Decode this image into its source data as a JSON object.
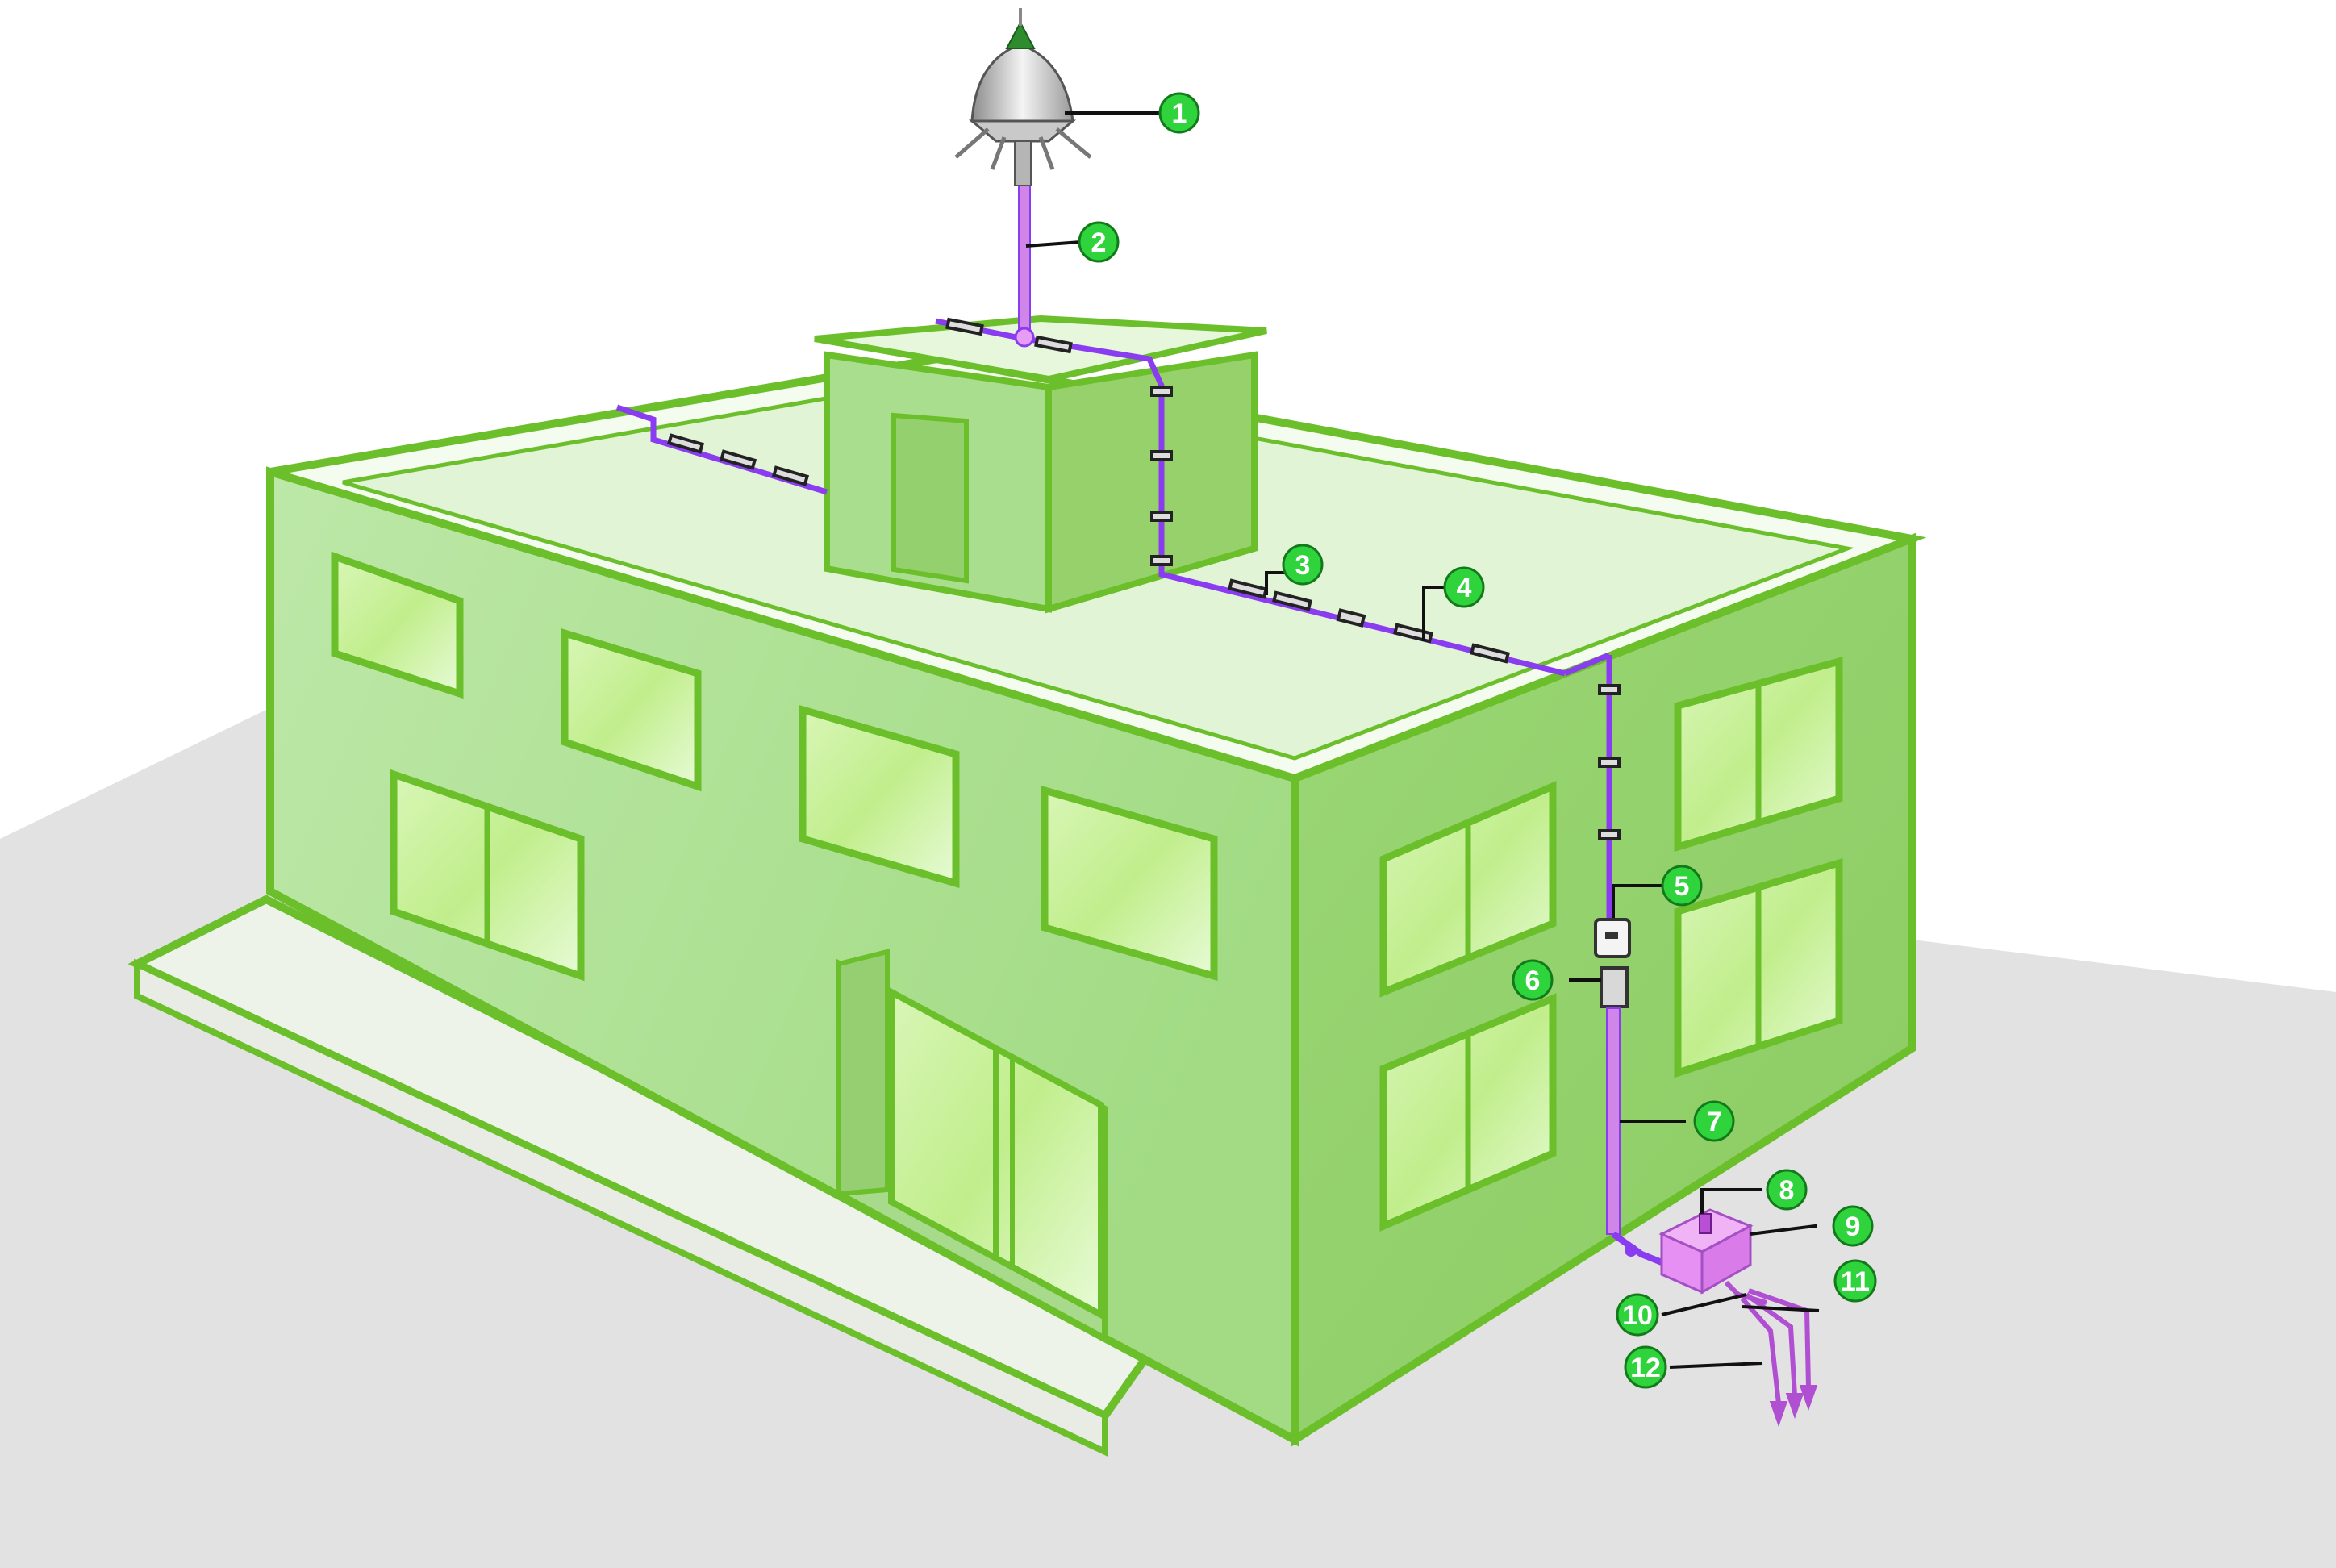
{
  "diagram": {
    "callouts": [
      {
        "label": "1",
        "target": "lightning-air-terminal"
      },
      {
        "label": "2",
        "target": "mounting-mast"
      },
      {
        "label": "3",
        "target": "conductor-clip"
      },
      {
        "label": "4",
        "target": "roof-down-conductor"
      },
      {
        "label": "5",
        "target": "lightning-event-counter"
      },
      {
        "label": "6",
        "target": "test-joint-box"
      },
      {
        "label": "7",
        "target": "down-conductor-protection-tube"
      },
      {
        "label": "8",
        "target": "earth-clamp"
      },
      {
        "label": "9",
        "target": "earth-inspection-pit"
      },
      {
        "label": "10",
        "target": "earth-conductor"
      },
      {
        "label": "11",
        "target": "earth-rod-tape"
      },
      {
        "label": "12",
        "target": "earth-electrode-rods"
      }
    ]
  },
  "colors": {
    "wall_front": "#a9de91",
    "wall_side": "#97d16c",
    "outline": "#6bbf2a",
    "roof": "#dff5d3",
    "window_glass": "#c4f08f",
    "ground_shadow": "#e2e2e2",
    "conductor": "#8a3df0",
    "earthing": "#e79cf5",
    "callout_badge": "#2fd33b"
  }
}
